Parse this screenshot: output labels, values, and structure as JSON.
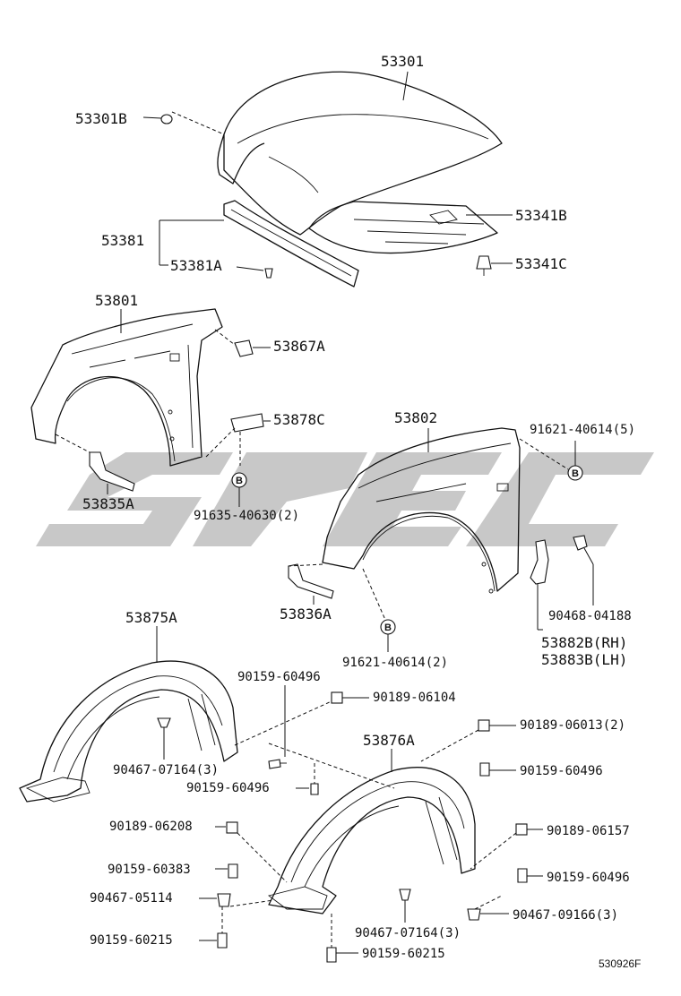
{
  "watermark": {
    "text": "SPEC",
    "color": "#c8c8c8"
  },
  "diagram_ref": "530926F",
  "circle_marker": "B",
  "labels": {
    "l53301": "53301",
    "l53301B": "53301B",
    "l53381": "53381",
    "l53381A": "53381A",
    "l53341B": "53341B",
    "l53341C": "53341C",
    "l53801": "53801",
    "l53867A": "53867A",
    "l53878C": "53878C",
    "l53835A": "53835A",
    "l91635": "91635-40630(2)",
    "l53802": "53802",
    "l91621_5": "91621-40614(5)",
    "l53836A": "53836A",
    "l91621_2": "91621-40614(2)",
    "l90468": "90468-04188",
    "l53882B": "53882B(RH)",
    "l53883B": "53883B(LH)",
    "l53875A": "53875A",
    "l90159_60496a": "90159-60496",
    "l90189_06104": "90189-06104",
    "l90467_07164a": "90467-07164(3)",
    "l90159_60496b": "90159-60496",
    "l53876A": "53876A",
    "l90189_06013": "90189-06013(2)",
    "l90159_60496c": "90159-60496",
    "l90189_06208": "90189-06208",
    "l90189_06157": "90189-06157",
    "l90159_60383": "90159-60383",
    "l90159_60496d": "90159-60496",
    "l90467_05114": "90467-05114",
    "l90467_09166": "90467-09166(3)",
    "l90159_60215a": "90159-60215",
    "l90467_07164b": "90467-07164(3)",
    "l90159_60215b": "90159-60215"
  }
}
